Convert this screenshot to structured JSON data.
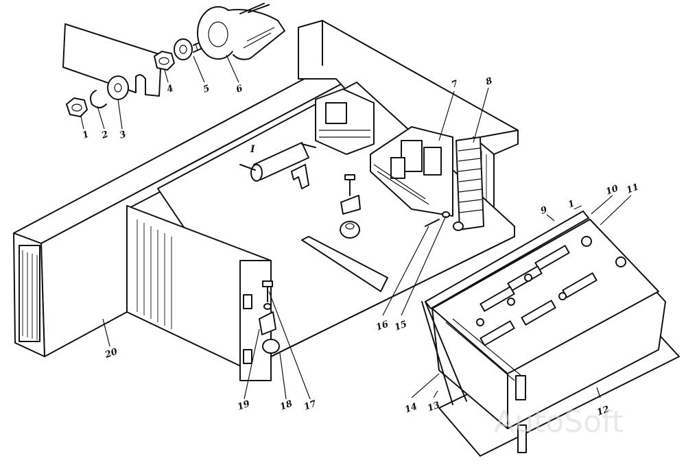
{
  "diagram": {
    "labels": [
      {
        "id": "1",
        "text": "1"
      },
      {
        "id": "2",
        "text": "2"
      },
      {
        "id": "3",
        "text": "3"
      },
      {
        "id": "4",
        "text": "4"
      },
      {
        "id": "5",
        "text": "5"
      },
      {
        "id": "6",
        "text": "6"
      },
      {
        "id": "7",
        "text": "7"
      },
      {
        "id": "8",
        "text": "8"
      },
      {
        "id": "9",
        "text": "9"
      },
      {
        "id": "10",
        "text": "10"
      },
      {
        "id": "11",
        "text": "11"
      },
      {
        "id": "1b",
        "text": "1"
      },
      {
        "id": "12",
        "text": "12"
      },
      {
        "id": "13",
        "text": "13"
      },
      {
        "id": "14",
        "text": "14"
      },
      {
        "id": "15",
        "text": "15"
      },
      {
        "id": "16",
        "text": "16"
      },
      {
        "id": "17",
        "text": "17"
      },
      {
        "id": "18",
        "text": "18"
      },
      {
        "id": "19",
        "text": "19"
      },
      {
        "id": "20",
        "text": "20"
      },
      {
        "id": "I",
        "text": "I"
      }
    ],
    "watermark": "AutoSoft"
  }
}
